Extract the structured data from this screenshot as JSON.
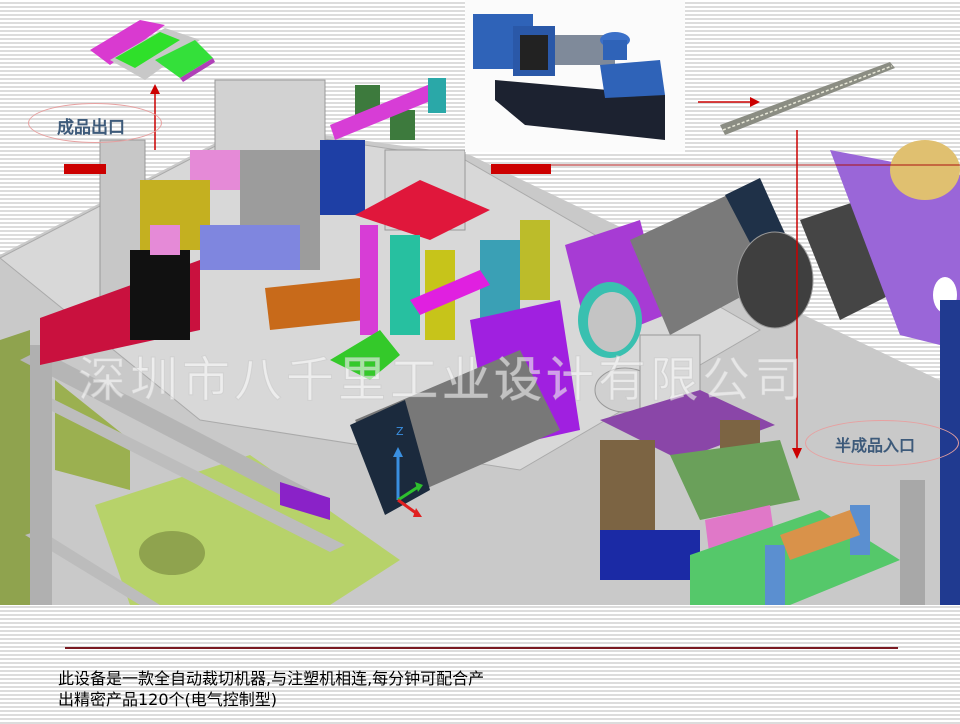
{
  "slide": {
    "annotations": {
      "output_label": "成品出口",
      "input_label": "半成品入口"
    },
    "watermark": "深圳市八千里工业设计有限公司",
    "caption": {
      "line1": "此设备是一款全自动裁切机器,与注塑机相连,每分钟可配合产",
      "line2": "出精密产品120个(电气控制型)"
    },
    "axis_gizmo": {
      "z_label": "Z"
    },
    "colors": {
      "accent_red": "#cc0000",
      "divider": "#7a1a22",
      "callout_text": "#3d5a7a",
      "stripe": "#dcdcdc"
    }
  }
}
